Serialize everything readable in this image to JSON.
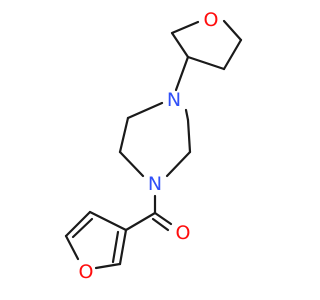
{
  "molecule": {
    "atoms": {
      "n_top": {
        "symbol": "N"
      },
      "n_bottom": {
        "symbol": "N"
      },
      "o_thf": {
        "symbol": "O"
      },
      "o_carbonyl": {
        "symbol": "O"
      },
      "o_furan": {
        "symbol": "O"
      }
    }
  },
  "colors": {
    "bond": "#1a1a1a",
    "nitrogen": "#3050f8",
    "oxygen": "#ff0d0d",
    "background": "#ffffff"
  }
}
